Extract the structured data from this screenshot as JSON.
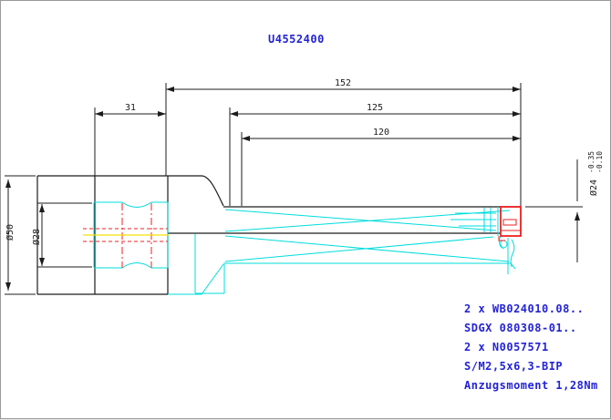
{
  "title": "U4552400",
  "drawing": {
    "dims": {
      "length_total": "152",
      "length_mid": "125",
      "length_flute": "120",
      "length_flange": "31",
      "dia_50": "Ø50",
      "dia_28": "Ø28",
      "dia_24_main": "Ø24",
      "dia_24_upper": "-0.35",
      "dia_24_lower": "-0.10"
    },
    "colors": {
      "background": "#ffffff",
      "outline_black": "#1c1c1c",
      "geometry_cyan": "#00dcdc",
      "detail_red": "#ee2222",
      "centerline_yellow": "#f2e205",
      "annotation_blue": "#2323d6"
    }
  },
  "notes": {
    "lines": [
      "2 x WB024010.08..",
      "SDGX 080308-01..",
      "2 x N0057571",
      "S/M2,5x6,3-BIP",
      "Anzugsmoment 1,28Nm"
    ]
  }
}
